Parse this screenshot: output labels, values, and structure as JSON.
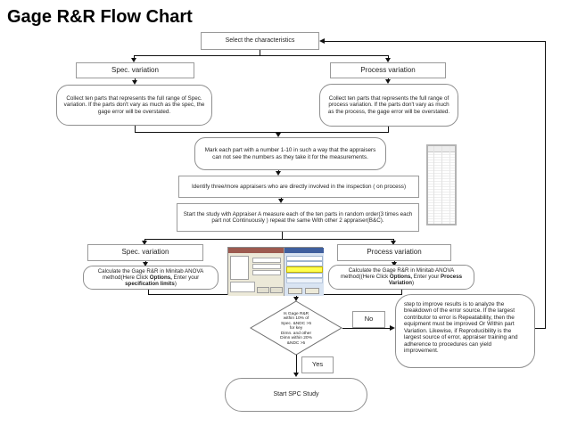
{
  "title": "Gage R&R Flow Chart",
  "colors": {
    "connector": "#111111",
    "box_border": "#9a9a9a",
    "highlight_yellow": "#ffff4d",
    "dialog_title_left": "#9d5a4f",
    "dialog_title_right": "#3f5f9e"
  },
  "nodes": {
    "select": "Select  the characteristics",
    "spec_top": "Spec. variation",
    "process_top": "Process variation",
    "collect_spec": "Collect ten parts that represents the full range of Spec. variation. If the parts don't vary as much as the spec, the gage error will be overstated.",
    "collect_process": "Collect ten parts that represents the full range of process variation. If the parts don't vary as much as the process, the gage error will be overstated.",
    "mark": "Mark  each part with a number 1-10 in such a way that the appraisers can not see the numbers as they take it for the measurements.",
    "identify": "Identify three/more appraisers who are  directly involved in the inspection ( on process)",
    "start_study": "Start the study with Appraiser A measure each of the ten parts in random order(3 times each part not Continuously ) repeat the same With other 2 appraiser(B&C).",
    "spec_bottom": "Spec. variation",
    "process_bottom": "Process variation",
    "calc_spec": {
      "pre": "Calculate the Gage R&R in Minitab ANOVA method(Here Click ",
      "bold1": "Options,",
      "mid": " Enter your ",
      "bold2": "specification limits",
      "post": ")"
    },
    "calc_process": {
      "pre": "Calculate the Gage R&R in Minitab ANOVA method((Here Click ",
      "bold1": "Options,",
      "mid": " Enter your ",
      "bold2": "Process Variation",
      "post": ")"
    },
    "decision_lines": [
      "Is Gage R&R",
      "within 10% of",
      "Spec. &NDC >5",
      "for key",
      "Dimn. and other",
      "Dimn within 20%",
      "&NDC >5"
    ],
    "no_label": "No",
    "yes_label": "Yes",
    "improve": "step to improve results is to analyze the breakdown of the error source. If the largest contributor to error is Repeatability, then the equipment must be improved Or Within part Variation. Likewise, if Reproducibility is the largest source of error, appraiser training and adherence to procedures can yield improvement.",
    "start_spc": "Start SPC Study"
  }
}
